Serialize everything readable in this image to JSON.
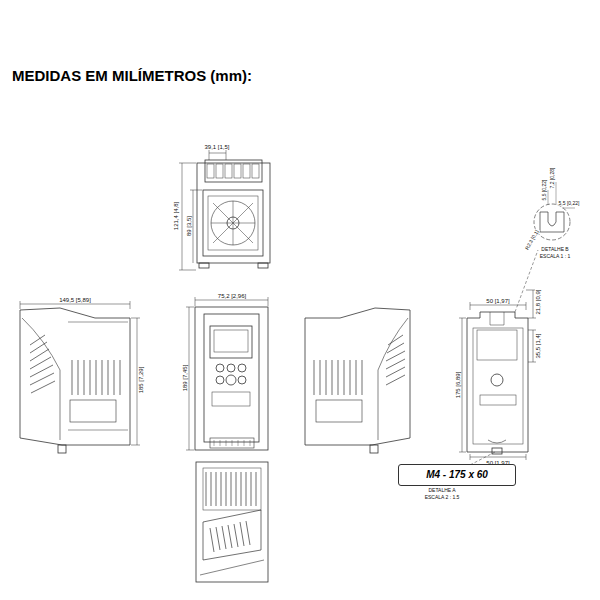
{
  "diagram": {
    "title": "MEDIDAS EM MILÍMETROS (mm):",
    "nodes": [
      {
        "text": [
          "M4 - 175 x 60"
        ]
      }
    ],
    "labels": [
      "39,1 [1,5]",
      "121,4 [4,8]",
      "89 [3,5]",
      "149,5 [5,89]",
      "185 [7,29]",
      "75,2 [2,96]",
      "189 [7,45]",
      "7,2 [0,28]",
      "5,5 [0,22]",
      "5,5 [0,22]",
      "R2,3 [0,1]",
      "DETALHE B",
      "ESCALA 1 : 1",
      "50 [1,97]",
      "21,8 [0,9]",
      "35,5 [1,4]",
      "175 [6,89]",
      "50 [1,97]",
      "DETALHE A",
      "ESCALA 2 : 1.5"
    ]
  }
}
